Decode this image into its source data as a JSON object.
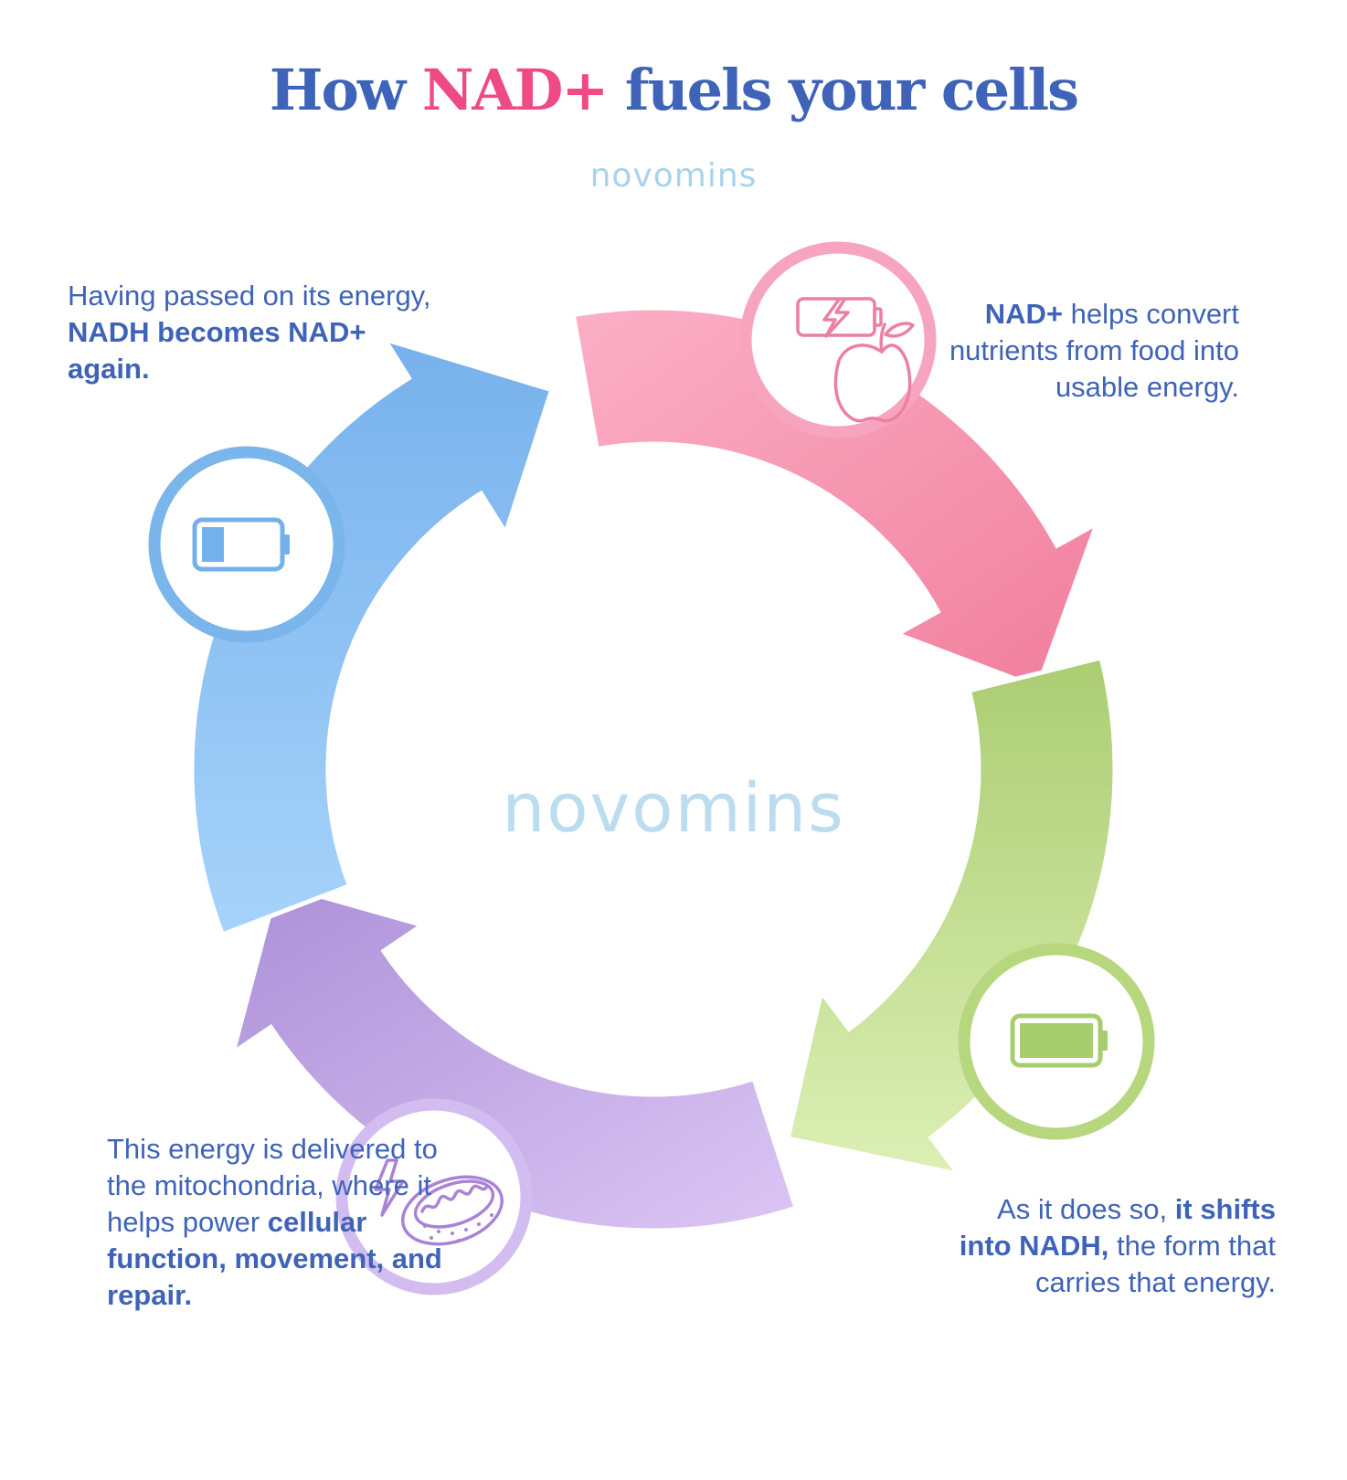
{
  "title": {
    "pre": "How",
    "highlight": "NAD+",
    "post": "fuels your cells"
  },
  "brand": {
    "top": "novomins",
    "center": "novomins"
  },
  "colors": {
    "title_blue": "#3f63b8",
    "title_pink": "#ee4a86",
    "brand_light_blue": "#bcdcef",
    "arrow_pink": "#f58aa6",
    "arrow_green": "#b9d883",
    "arrow_purple": "#c3a6e6",
    "arrow_blue": "#8cc0f2"
  },
  "steps": [
    {
      "icon": "battery-bolt-apple-icon",
      "parts": [
        {
          "text": "NAD+",
          "bold": true
        },
        {
          "text": " helps convert nutrients from food into usable energy.",
          "bold": false
        }
      ]
    },
    {
      "icon": "battery-full-icon",
      "parts": [
        {
          "text": "As it does so, ",
          "bold": false
        },
        {
          "text": "it shifts into NADH,",
          "bold": true
        },
        {
          "text": " the form that carries that energy.",
          "bold": false
        }
      ]
    },
    {
      "icon": "mitochondria-bolt-icon",
      "parts": [
        {
          "text": "This energy is delivered to the mitochondria, where it helps power ",
          "bold": false
        },
        {
          "text": "cellular function, movement, and repair.",
          "bold": true
        }
      ]
    },
    {
      "icon": "battery-low-icon",
      "parts": [
        {
          "text": "Having passed on its energy, ",
          "bold": false
        },
        {
          "text": "NADH becomes NAD+ again.",
          "bold": true
        }
      ]
    }
  ]
}
